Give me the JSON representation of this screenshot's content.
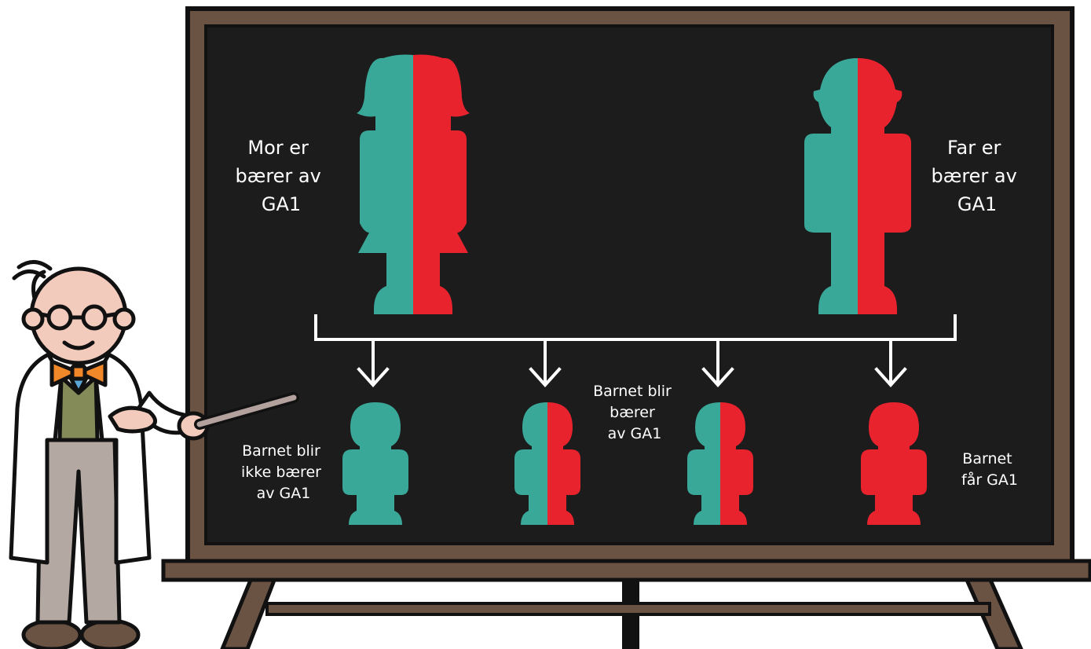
{
  "colors": {
    "board": "#1c1c1c",
    "frame": "#6b5344",
    "outline": "#111111",
    "carrier_half": "#3aa898",
    "affected_half": "#e8232e",
    "line": "#ffffff",
    "coat": "#ffffff",
    "skin": "#f2cbbd",
    "bowtie": "#f0882a",
    "vest": "#848b58",
    "trousers": "#b4a8a2",
    "shoes": "#6b5344",
    "pointer": "#b2a19c"
  },
  "parents": {
    "mother": {
      "label": [
        "Mor er",
        "bærer av",
        "GA1"
      ],
      "icon": "female-figure-icon",
      "status": "carrier"
    },
    "father": {
      "label": [
        "Far er",
        "bærer av",
        "GA1"
      ],
      "icon": "male-figure-icon",
      "status": "carrier"
    }
  },
  "children": [
    {
      "status": "unaffected",
      "icon": "child-figure-icon"
    },
    {
      "status": "carrier",
      "icon": "child-figure-icon"
    },
    {
      "status": "carrier",
      "icon": "child-figure-icon"
    },
    {
      "status": "affected",
      "icon": "child-figure-icon"
    }
  ],
  "child_labels": {
    "unaffected": [
      "Barnet blir",
      "ikke bærer",
      "av GA1"
    ],
    "carrier": [
      "Barnet blir",
      "bærer",
      "av GA1"
    ],
    "affected": [
      "Barnet",
      "får GA1"
    ]
  },
  "presenter": {
    "icon": "professor-icon",
    "prop": "pointer-stick-icon"
  }
}
